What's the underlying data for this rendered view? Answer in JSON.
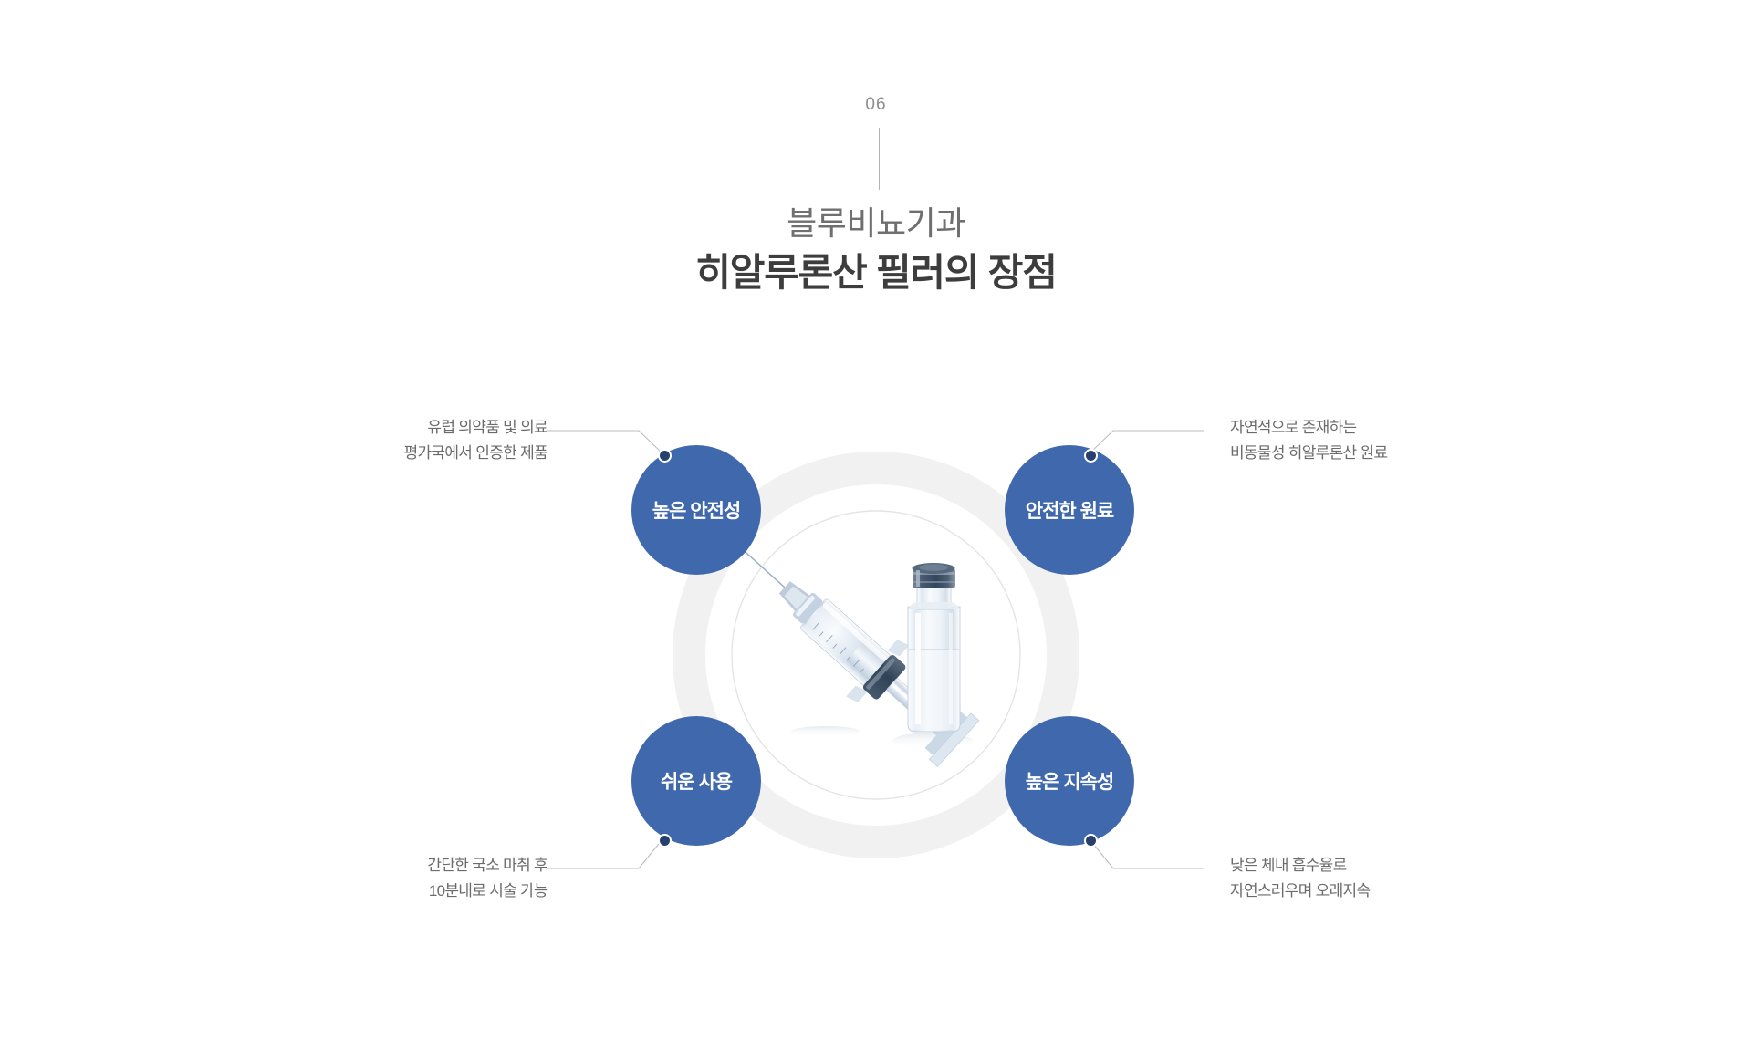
{
  "header": {
    "section_number": "06",
    "title_sub": "블루비뇨기과",
    "title_main": "히알루론산 필러의 장점"
  },
  "theme": {
    "node_blue": "#4069ad",
    "dot_navy": "#27406e",
    "ring_gray": "#f1f1f1",
    "thin_ring_gray": "#e2e2e2",
    "caption_gray": "#6b6b6b",
    "title_sub_gray": "#6f6f6f",
    "title_main_gray": "#3d3d3d",
    "background": "#ffffff"
  },
  "diagram": {
    "center_image_name": "syringe-and-vial-photo",
    "nodes": [
      {
        "id": "high-safety",
        "label": "높은 안전성",
        "position": "top-left",
        "caption_lines": [
          "유럽 의약품 및 의료",
          "평가국에서 인증한 제품"
        ]
      },
      {
        "id": "safe-ingredient",
        "label": "안전한 원료",
        "position": "top-right",
        "caption_lines": [
          "자연적으로 존재하는",
          "비동물성 히알루론산 원료"
        ]
      },
      {
        "id": "easy-use",
        "label": "쉬운 사용",
        "position": "bottom-left",
        "caption_lines": [
          "간단한 국소 마취 후",
          "10분내로 시술 가능"
        ]
      },
      {
        "id": "long-lasting",
        "label": "높은 지속성",
        "position": "bottom-right",
        "caption_lines": [
          "낮은 체내 흡수율로",
          "자연스러우며 오래지속"
        ]
      }
    ]
  }
}
